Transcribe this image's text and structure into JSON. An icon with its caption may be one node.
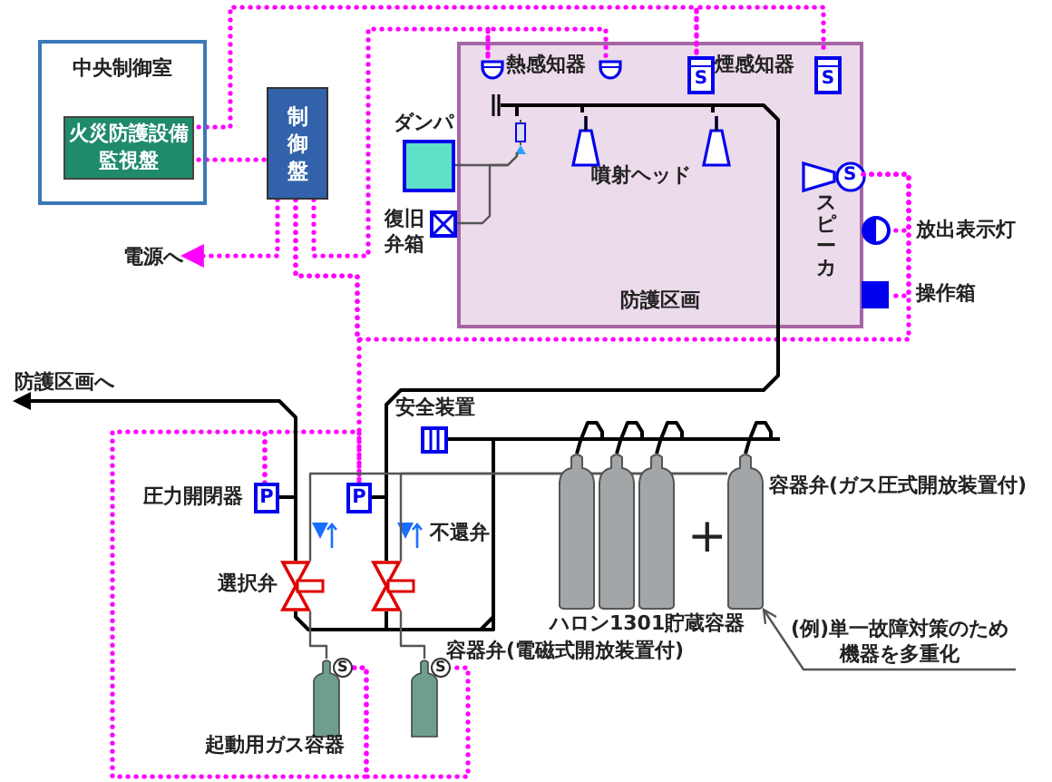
{
  "diagram": {
    "nodes": [
      {
        "text": [
          "中央制御室"
        ]
      },
      {
        "text": [
          "火災防護設備監視盤"
        ],
        "in": 0
      },
      {
        "text": [
          "制御盤"
        ]
      },
      {
        "text": [
          "防護区画"
        ]
      },
      {
        "text": [],
        "shape": "dome",
        "in": 3
      },
      {
        "text": [],
        "shape": "dome",
        "in": 3
      },
      {
        "text": [
          "S"
        ],
        "in": 3
      },
      {
        "text": [
          "S"
        ],
        "in": 3
      },
      {
        "text": [],
        "shape": "valve",
        "in": 3
      },
      {
        "text": [],
        "shape": "cone",
        "in": 3
      },
      {
        "text": [],
        "shape": "cone",
        "in": 3
      },
      {
        "text": [
          "S"
        ],
        "beside": [
          "スピーカ"
        ],
        "in": 3
      },
      {
        "text": [],
        "shape": "box",
        "beside": [
          "ダンパ"
        ]
      },
      {
        "text": [],
        "shape": "box",
        "beside": [
          "復旧弁箱"
        ]
      },
      {
        "text": [],
        "shape": "circle",
        "beside": [
          "放出表示灯"
        ]
      },
      {
        "text": [],
        "shape": "box",
        "beside": [
          "操作箱"
        ]
      },
      {
        "text": [
          "電源へ"
        ]
      },
      {
        "text": [],
        "shape": "box",
        "beside": [
          "安全装置"
        ]
      },
      {
        "text": [
          "P"
        ],
        "beside": [
          "圧力開閉器"
        ]
      },
      {
        "text": [
          "P"
        ]
      },
      {
        "text": [],
        "shape": "valve",
        "beside": [
          "選択弁"
        ]
      },
      {
        "text": [],
        "shape": "valve"
      },
      {
        "text": [
          "S"
        ]
      },
      {
        "text": [
          "S"
        ]
      },
      {
        "text": [],
        "shape": "cylinder"
      },
      {
        "text": [],
        "shape": "cylinder"
      },
      {
        "text": [],
        "shape": "cylinder"
      },
      {
        "text": [],
        "shape": "cylinder",
        "beside": [
          "容器弁(ガス圧式開放装置付)"
        ]
      },
      {
        "text": [
          "(例)単一故障対策のため機器を多重化"
        ]
      },
      {
        "text": [
          "防護区画へ"
        ]
      }
    ],
    "edges": [
      {
        "from": 1,
        "to": 6,
        "arrow": "none",
        "style": "dashed"
      },
      {
        "from": 6,
        "to": 7,
        "arrow": "none",
        "style": "dashed"
      },
      {
        "from": 1,
        "to": 2,
        "arrow": "none",
        "style": "dashed"
      },
      {
        "from": 2,
        "to": 4,
        "arrow": "none",
        "style": "dashed"
      },
      {
        "from": 4,
        "to": 5,
        "arrow": "none",
        "style": "dashed"
      },
      {
        "from": 2,
        "to": 16,
        "arrow": "to",
        "style": "dashed"
      },
      {
        "from": 2,
        "to": 11,
        "arrow": "none",
        "style": "dashed"
      },
      {
        "from": 11,
        "to": 14,
        "arrow": "none",
        "style": "dashed"
      },
      {
        "from": 11,
        "to": 15,
        "arrow": "none",
        "style": "dashed"
      },
      {
        "from": 2,
        "to": 19,
        "arrow": "none",
        "style": "dashed"
      },
      {
        "from": 19,
        "to": 18,
        "arrow": "none",
        "style": "dashed"
      },
      {
        "from": 18,
        "to": 22,
        "arrow": "none",
        "style": "dashed"
      },
      {
        "from": 22,
        "to": 23,
        "arrow": "none",
        "style": "dashed"
      },
      {
        "from": 20,
        "to": 29,
        "arrow": "to",
        "color": "#000000"
      },
      {
        "from": 21,
        "to": 10,
        "arrow": "none",
        "color": "#000000"
      },
      {
        "from": 8,
        "to": 9,
        "arrow": "none",
        "color": "#000000"
      },
      {
        "from": 9,
        "to": 10,
        "arrow": "none",
        "color": "#000000"
      },
      {
        "from": 12,
        "to": 8,
        "arrow": "none",
        "color": "#555555"
      },
      {
        "from": 13,
        "to": 8,
        "arrow": "none",
        "color": "#555555"
      },
      {
        "from": 17,
        "to": 20,
        "arrow": "none",
        "color": "#000000"
      },
      {
        "from": 17,
        "to": 21,
        "arrow": "none",
        "color": "#000000"
      },
      {
        "from": 18,
        "to": 20,
        "arrow": "none",
        "color": "#000000"
      },
      {
        "from": 19,
        "to": 21,
        "arrow": "none",
        "color": "#000000"
      },
      {
        "from": 22,
        "to": 20,
        "arrow": "none",
        "color": "#555555"
      },
      {
        "from": 23,
        "to": 21,
        "arrow": "none",
        "color": "#555555"
      },
      {
        "from": 24,
        "to": 17,
        "arrow": "none",
        "color": "#000000"
      },
      {
        "from": 25,
        "to": 17,
        "arrow": "none",
        "color": "#000000"
      },
      {
        "from": 26,
        "to": 17,
        "arrow": "none",
        "color": "#000000"
      },
      {
        "from": 27,
        "to": 17,
        "arrow": "none",
        "color": "#000000"
      },
      {
        "from": 28,
        "to": 27,
        "arrow": "to",
        "color": "#555555"
      },
      {
        "from": 20,
        "to": 27,
        "arrow": "none",
        "color": "#555555"
      },
      {
        "from": 21,
        "to": 27,
        "arrow": "none",
        "color": "#555555"
      }
    ],
    "labels": [
      "熱感知器",
      "煙感知器",
      "噴射ヘッド",
      "不還弁",
      "容器弁(電磁式開放装置付)",
      "起動用ガス容器",
      "ハロン1301貯蔵容器",
      "+"
    ]
  }
}
